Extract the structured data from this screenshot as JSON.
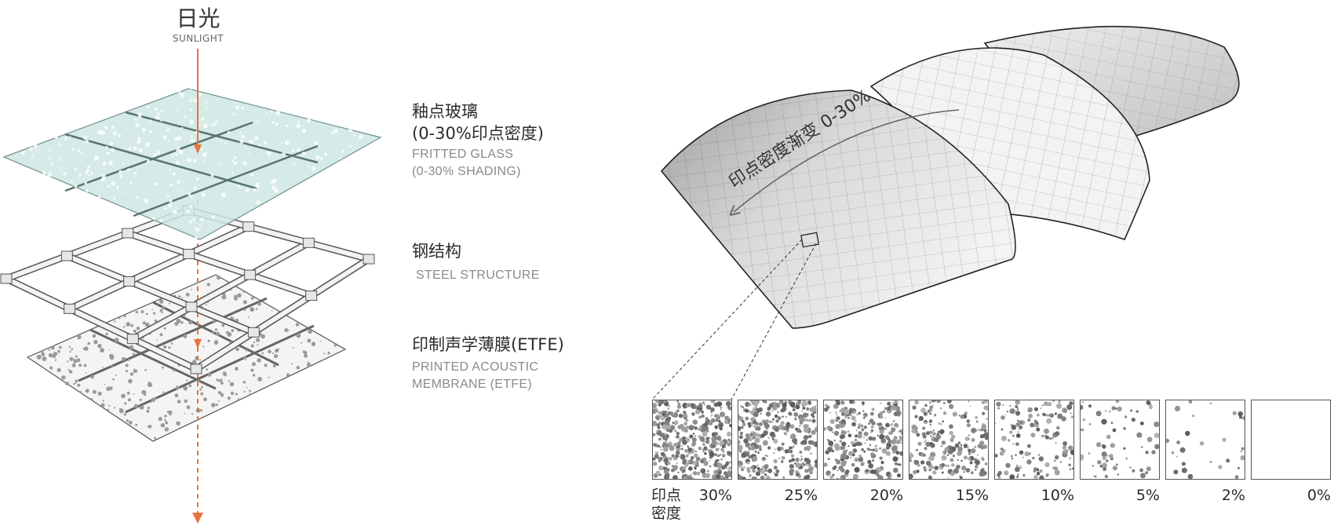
{
  "sunlight": {
    "zh": "日光",
    "en": "SUNLIGHT"
  },
  "layers": [
    {
      "zh": [
        "釉点玻璃",
        "(0-30%印点密度)"
      ],
      "en": [
        "FRITTED GLASS",
        "(0-30% SHADING)"
      ]
    },
    {
      "zh": [
        "钢结构"
      ],
      "en": [
        "STEEL STRUCTURE"
      ]
    },
    {
      "zh": [
        "印制声学薄膜(ETFE)"
      ],
      "en": [
        "PRINTED ACOUSTIC",
        "MEMBRANE (ETFE)"
      ]
    }
  ],
  "gradient_label": "印点密度渐变 0-30%",
  "density_label": [
    "印点",
    "密度"
  ],
  "density_steps": [
    {
      "label": "30%",
      "value": 30
    },
    {
      "label": "25%",
      "value": 25
    },
    {
      "label": "20%",
      "value": 20
    },
    {
      "label": "15%",
      "value": 15
    },
    {
      "label": "10%",
      "value": 10
    },
    {
      "label": "5%",
      "value": 5
    },
    {
      "label": "2%",
      "value": 2
    },
    {
      "label": "0%",
      "value": 0
    }
  ],
  "colors": {
    "arrow": "#e8743b",
    "glass": "#cfe8e4",
    "glass_edge": "#6f8f8c",
    "steel": "#f2f2f2",
    "line": "#444444",
    "dot": "#8a8a8a"
  }
}
